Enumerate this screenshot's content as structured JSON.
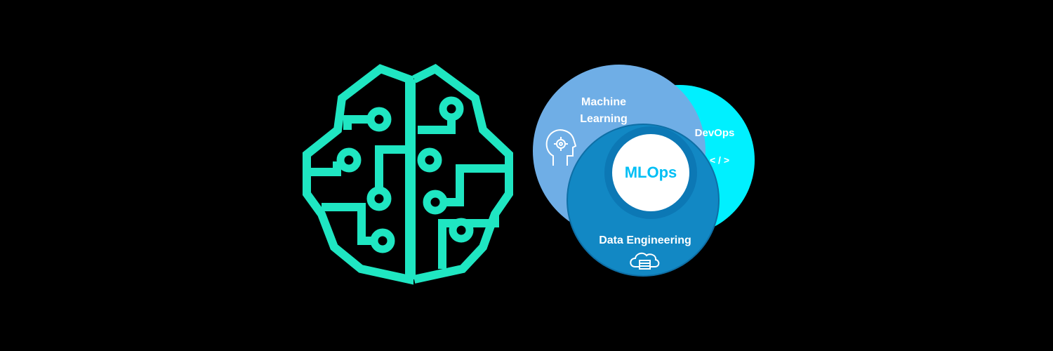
{
  "brain_icon": {
    "icon": "brain-circuit-icon",
    "color": "#1FE6C2"
  },
  "venn": {
    "machine_learning": {
      "line1": "Machine",
      "line2": "Learning",
      "icon": "head-gear-icon",
      "color": "#6FAEE6"
    },
    "devops": {
      "label": "DevOps",
      "symbol": "< / >",
      "color": "#00F0FF"
    },
    "data_engineering": {
      "label": "Data Engineering",
      "icon": "cloud-server-icon",
      "color": "#1288C4"
    },
    "center": {
      "label": "MLOps",
      "label_color": "#00BFF5",
      "fill": "#FFFFFF"
    }
  }
}
